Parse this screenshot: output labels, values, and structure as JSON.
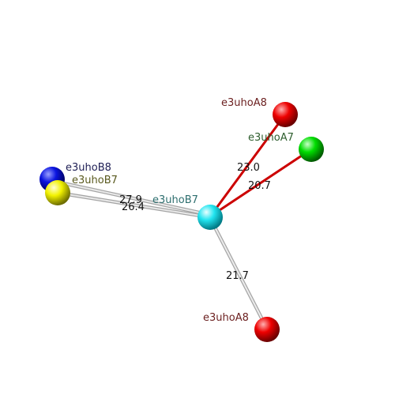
{
  "colors": {
    "background": "#ffffff",
    "bond_gray": "#bfbfbf",
    "bond_red": "#cc0000"
  },
  "nodes": {
    "center": {
      "label": "e3uhoB7",
      "sphere_color": "cyan",
      "label_color": "#2e6f6f"
    },
    "a8_top": {
      "label": "e3uhoA8",
      "sphere_color": "red",
      "label_color": "#6b1f1f"
    },
    "a7": {
      "label": "e3uhoA7",
      "sphere_color": "green",
      "label_color": "#2e5e2e"
    },
    "b8": {
      "label": "e3uhoB8",
      "sphere_color": "blue",
      "label_color": "#1f1f55"
    },
    "b7_left": {
      "label": "e3uhoB7",
      "sphere_color": "yellow",
      "label_color": "#5a5a1f"
    },
    "a8_bottom": {
      "label": "e3uhoA8",
      "sphere_color": "red",
      "label_color": "#6b1f1f"
    }
  },
  "distances": {
    "center_a8_top": "23.0",
    "center_a7": "20.7",
    "center_b8": "27.9",
    "center_b7_left": "26.4",
    "center_a8_bottom": "21.7"
  }
}
